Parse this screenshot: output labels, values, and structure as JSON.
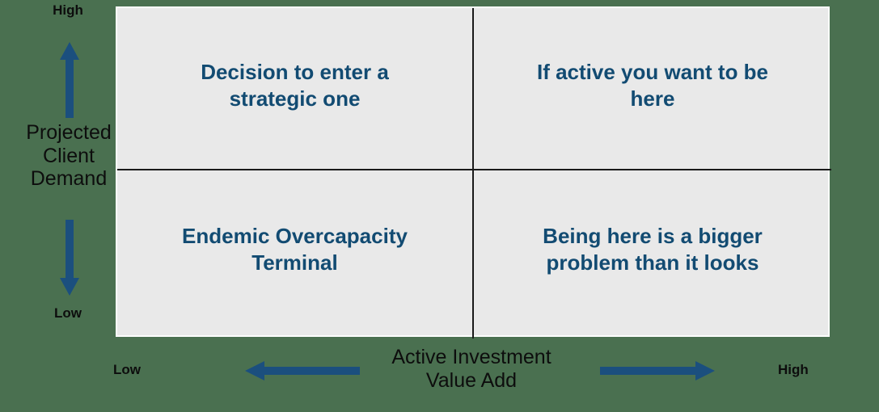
{
  "diagram": {
    "type": "2x2-matrix",
    "background_color": "#4a7050",
    "matrix_fill_color": "#e9e9e9",
    "quadrant_text_color": "#124b72",
    "arrow_color": "#1b4f7e",
    "divider_color": "#1a1a1a",
    "axis_label_color": "#0d0d0d"
  },
  "y_axis": {
    "label_line1": "Projected",
    "label_line2": "Client",
    "label_line3": "Demand",
    "high_label": "High",
    "low_label": "Low",
    "up_arrow": "arrow-up-icon",
    "down_arrow": "arrow-down-icon"
  },
  "x_axis": {
    "label_line1": "Active Investment",
    "label_line2": "Value Add",
    "low_label": "Low",
    "high_label": "High",
    "left_arrow": "arrow-left-icon",
    "right_arrow": "arrow-right-icon"
  },
  "quadrants": {
    "top_left": {
      "line1": "Decision to enter a",
      "line2": "strategic one"
    },
    "top_right": {
      "line1": "If active you want to be",
      "line2": "here"
    },
    "bottom_left": {
      "line1": "Endemic Overcapacity",
      "line2": "Terminal"
    },
    "bottom_right": {
      "line1": "Being here is a bigger",
      "line2": "problem than it looks"
    }
  }
}
